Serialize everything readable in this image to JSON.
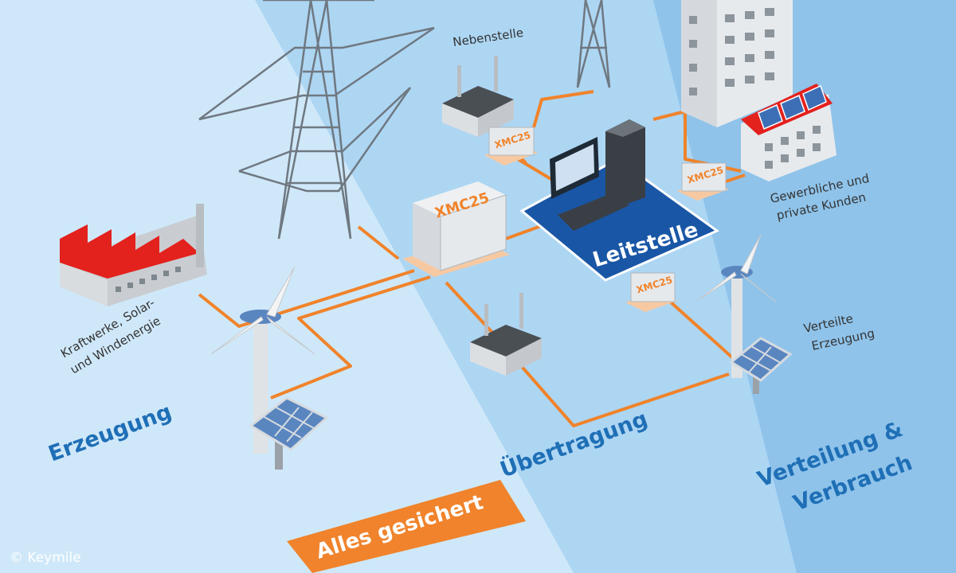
{
  "bands": {
    "erzeugung": "Erzeugung",
    "uebertragung": "Übertragung",
    "verteilung_line1": "Verteilung &",
    "verteilung_line2": "Verbrauch"
  },
  "labels": {
    "kraftwerke_line1": "Kraftwerke, Solar-",
    "kraftwerke_line2": "und Windenergie",
    "nebenstelle": "Nebenstelle",
    "kunden_line1": "Gewerbliche und",
    "kunden_line2": "private Kunden",
    "verteilte_line1": "Verteilte",
    "verteilte_line2": "Erzeugung",
    "leitstelle": "Leitstelle",
    "xmc_main": "XMC25",
    "xmc_small": "XMC25"
  },
  "banner": {
    "text": "Alles gesichert"
  },
  "copyright": "© Keymile",
  "colors": {
    "band_left": "#cfe8f9",
    "band_mid": "#add6f3",
    "band_right": "#8fc3ea",
    "link_orange": "#f0832b",
    "leitstelle_blue": "#1a56a6",
    "label_blue": "#1f6fb6",
    "factory_red": "#e3211d"
  }
}
